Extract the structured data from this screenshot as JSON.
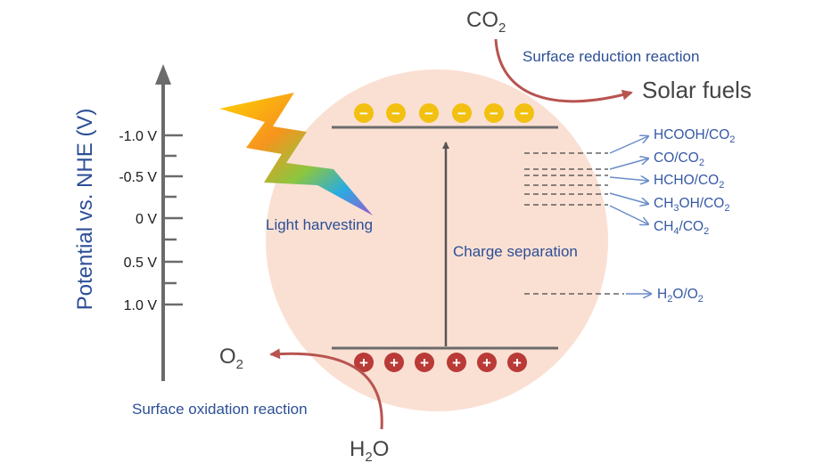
{
  "axis": {
    "title": "Potential vs. NHE (V)",
    "ticks": [
      "-1.0 V",
      "-0.5 V",
      "0 V",
      "0.5 V",
      "1.0 V"
    ]
  },
  "labels": {
    "light": "Light harvesting",
    "separation": "Charge separation",
    "reduction": "Surface reduction reaction",
    "oxidation": "Surface oxidation reaction",
    "solar_fuels": "Solar fuels"
  },
  "species": {
    "co2": {
      "base": "CO",
      "sub": "2"
    },
    "o2": {
      "base": "O",
      "sub": "2"
    },
    "h2o": {
      "a": "H",
      "sub": "2",
      "b": "O"
    }
  },
  "couples": {
    "hcooh": {
      "a": "HCOOH/CO",
      "s1": "2"
    },
    "co": {
      "a": "CO/CO",
      "s1": "2"
    },
    "hcho": {
      "a": "HCHO/CO",
      "s1": "2"
    },
    "ch3oh": {
      "a": "CH",
      "s1": "3",
      "b": "OH/CO",
      "s2": "2"
    },
    "ch4": {
      "a": "CH",
      "s1": "4",
      "b": "/CO",
      "s2": "2"
    },
    "h2o_o2": {
      "a": "H",
      "s1": "2",
      "b": "O/O",
      "s2": "2"
    }
  },
  "charges": {
    "electron": "−",
    "hole": "+"
  },
  "colors": {
    "label_blue": "#2c4f96",
    "couple_blue": "#3559a6",
    "circle_fill": "#fae0d3",
    "electron_yellow": "#f2c010",
    "hole_red": "#b93a36",
    "arrow_red": "#b85450",
    "band_gray": "#6b6b6b"
  },
  "icons": [
    "lightning-bolt-icon",
    "electron-icon",
    "hole-icon"
  ]
}
